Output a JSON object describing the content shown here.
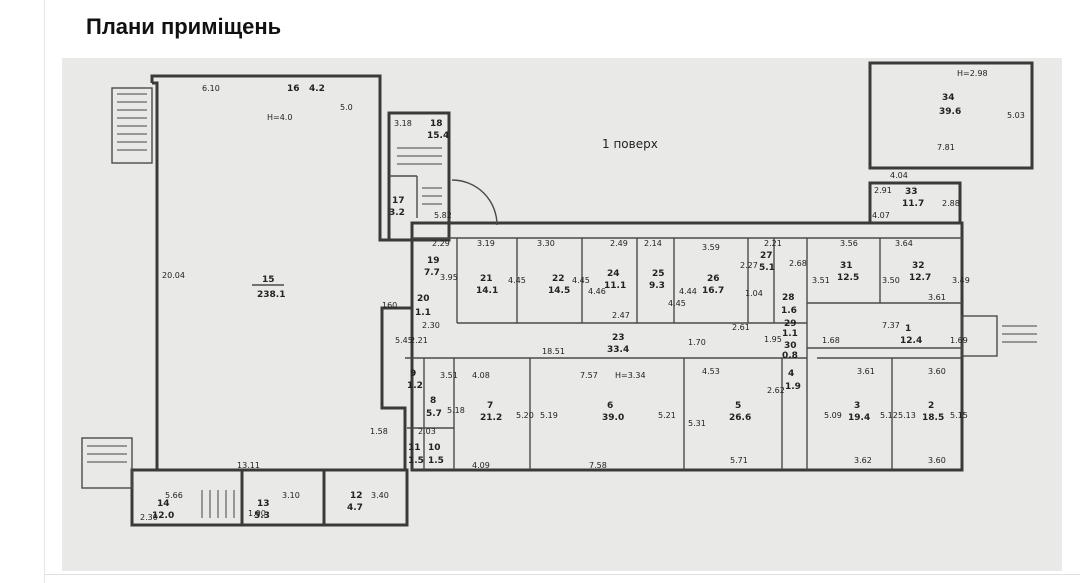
{
  "page_title": "Плани приміщень",
  "floor_label": "1 поверх",
  "rooms": [
    {
      "num": "1",
      "area": "12.4"
    },
    {
      "num": "2",
      "area": "18.5"
    },
    {
      "num": "3",
      "area": "19.4"
    },
    {
      "num": "4",
      "area": "1.9"
    },
    {
      "num": "5",
      "area": "26.6"
    },
    {
      "num": "6",
      "area": "39.0"
    },
    {
      "num": "7",
      "area": "21.2"
    },
    {
      "num": "8",
      "area": "5.7"
    },
    {
      "num": "9",
      "area": "1.2"
    },
    {
      "num": "10",
      "area": "1.5"
    },
    {
      "num": "11",
      "area": "1.5"
    },
    {
      "num": "12",
      "area": "4.7"
    },
    {
      "num": "13",
      "area": "5.3"
    },
    {
      "num": "14",
      "area": "12.0"
    },
    {
      "num": "15",
      "area": "238.1"
    },
    {
      "num": "16",
      "area": "4.2"
    },
    {
      "num": "17",
      "area": "3.2"
    },
    {
      "num": "18",
      "area": "15.4"
    },
    {
      "num": "19",
      "area": "7.7"
    },
    {
      "num": "20",
      "area": "1.1"
    },
    {
      "num": "21",
      "area": "14.1"
    },
    {
      "num": "22",
      "area": "14.5"
    },
    {
      "num": "23",
      "area": "33.4"
    },
    {
      "num": "24",
      "area": "11.1"
    },
    {
      "num": "25",
      "area": "9.3"
    },
    {
      "num": "26",
      "area": "16.7"
    },
    {
      "num": "27",
      "area": "5.1"
    },
    {
      "num": "28",
      "area": "1.6"
    },
    {
      "num": "29",
      "area": "1.1"
    },
    {
      "num": "30",
      "area": "0.8"
    },
    {
      "num": "31",
      "area": "12.5"
    },
    {
      "num": "32",
      "area": "12.7"
    },
    {
      "num": "33",
      "area": "11.7"
    },
    {
      "num": "34",
      "area": "39.6"
    }
  ],
  "dimensions": [
    "6.10",
    "5.0",
    "H=4.0",
    "20.04",
    "160",
    "5.45",
    "1.58",
    "13.11",
    "5.66",
    "2.30",
    "1.90",
    "3.10",
    "3.40",
    "3.18",
    "5.82",
    "2.29",
    "3.95",
    "2.30",
    "2.21",
    "3.19",
    "4.45",
    "3.30",
    "4.45",
    "2.49",
    "4.46",
    "2.14",
    "4.45",
    "4.44",
    "3.59",
    "2.27",
    "1.04",
    "2.47",
    "18.51",
    "1.70",
    "2.61",
    "1.95",
    "2.21",
    "2.68",
    "4.08",
    "5.18",
    "5.20",
    "4.09",
    "3.51",
    "2.03",
    "7.57",
    "H=3.34",
    "5.19",
    "5.21",
    "7.58",
    "4.53",
    "5.31",
    "5.71",
    "2.62",
    "3.56",
    "3.51",
    "3.64",
    "3.50",
    "3.49",
    "3.61",
    "7.37",
    "1.68",
    "1.69",
    "3.61",
    "5.09",
    "5.12",
    "3.62",
    "3.60",
    "5.13",
    "5.15",
    "3.60",
    "H=2.98",
    "5.03",
    "7.81",
    "4.04",
    "2.91",
    "2.88",
    "4.07"
  ]
}
